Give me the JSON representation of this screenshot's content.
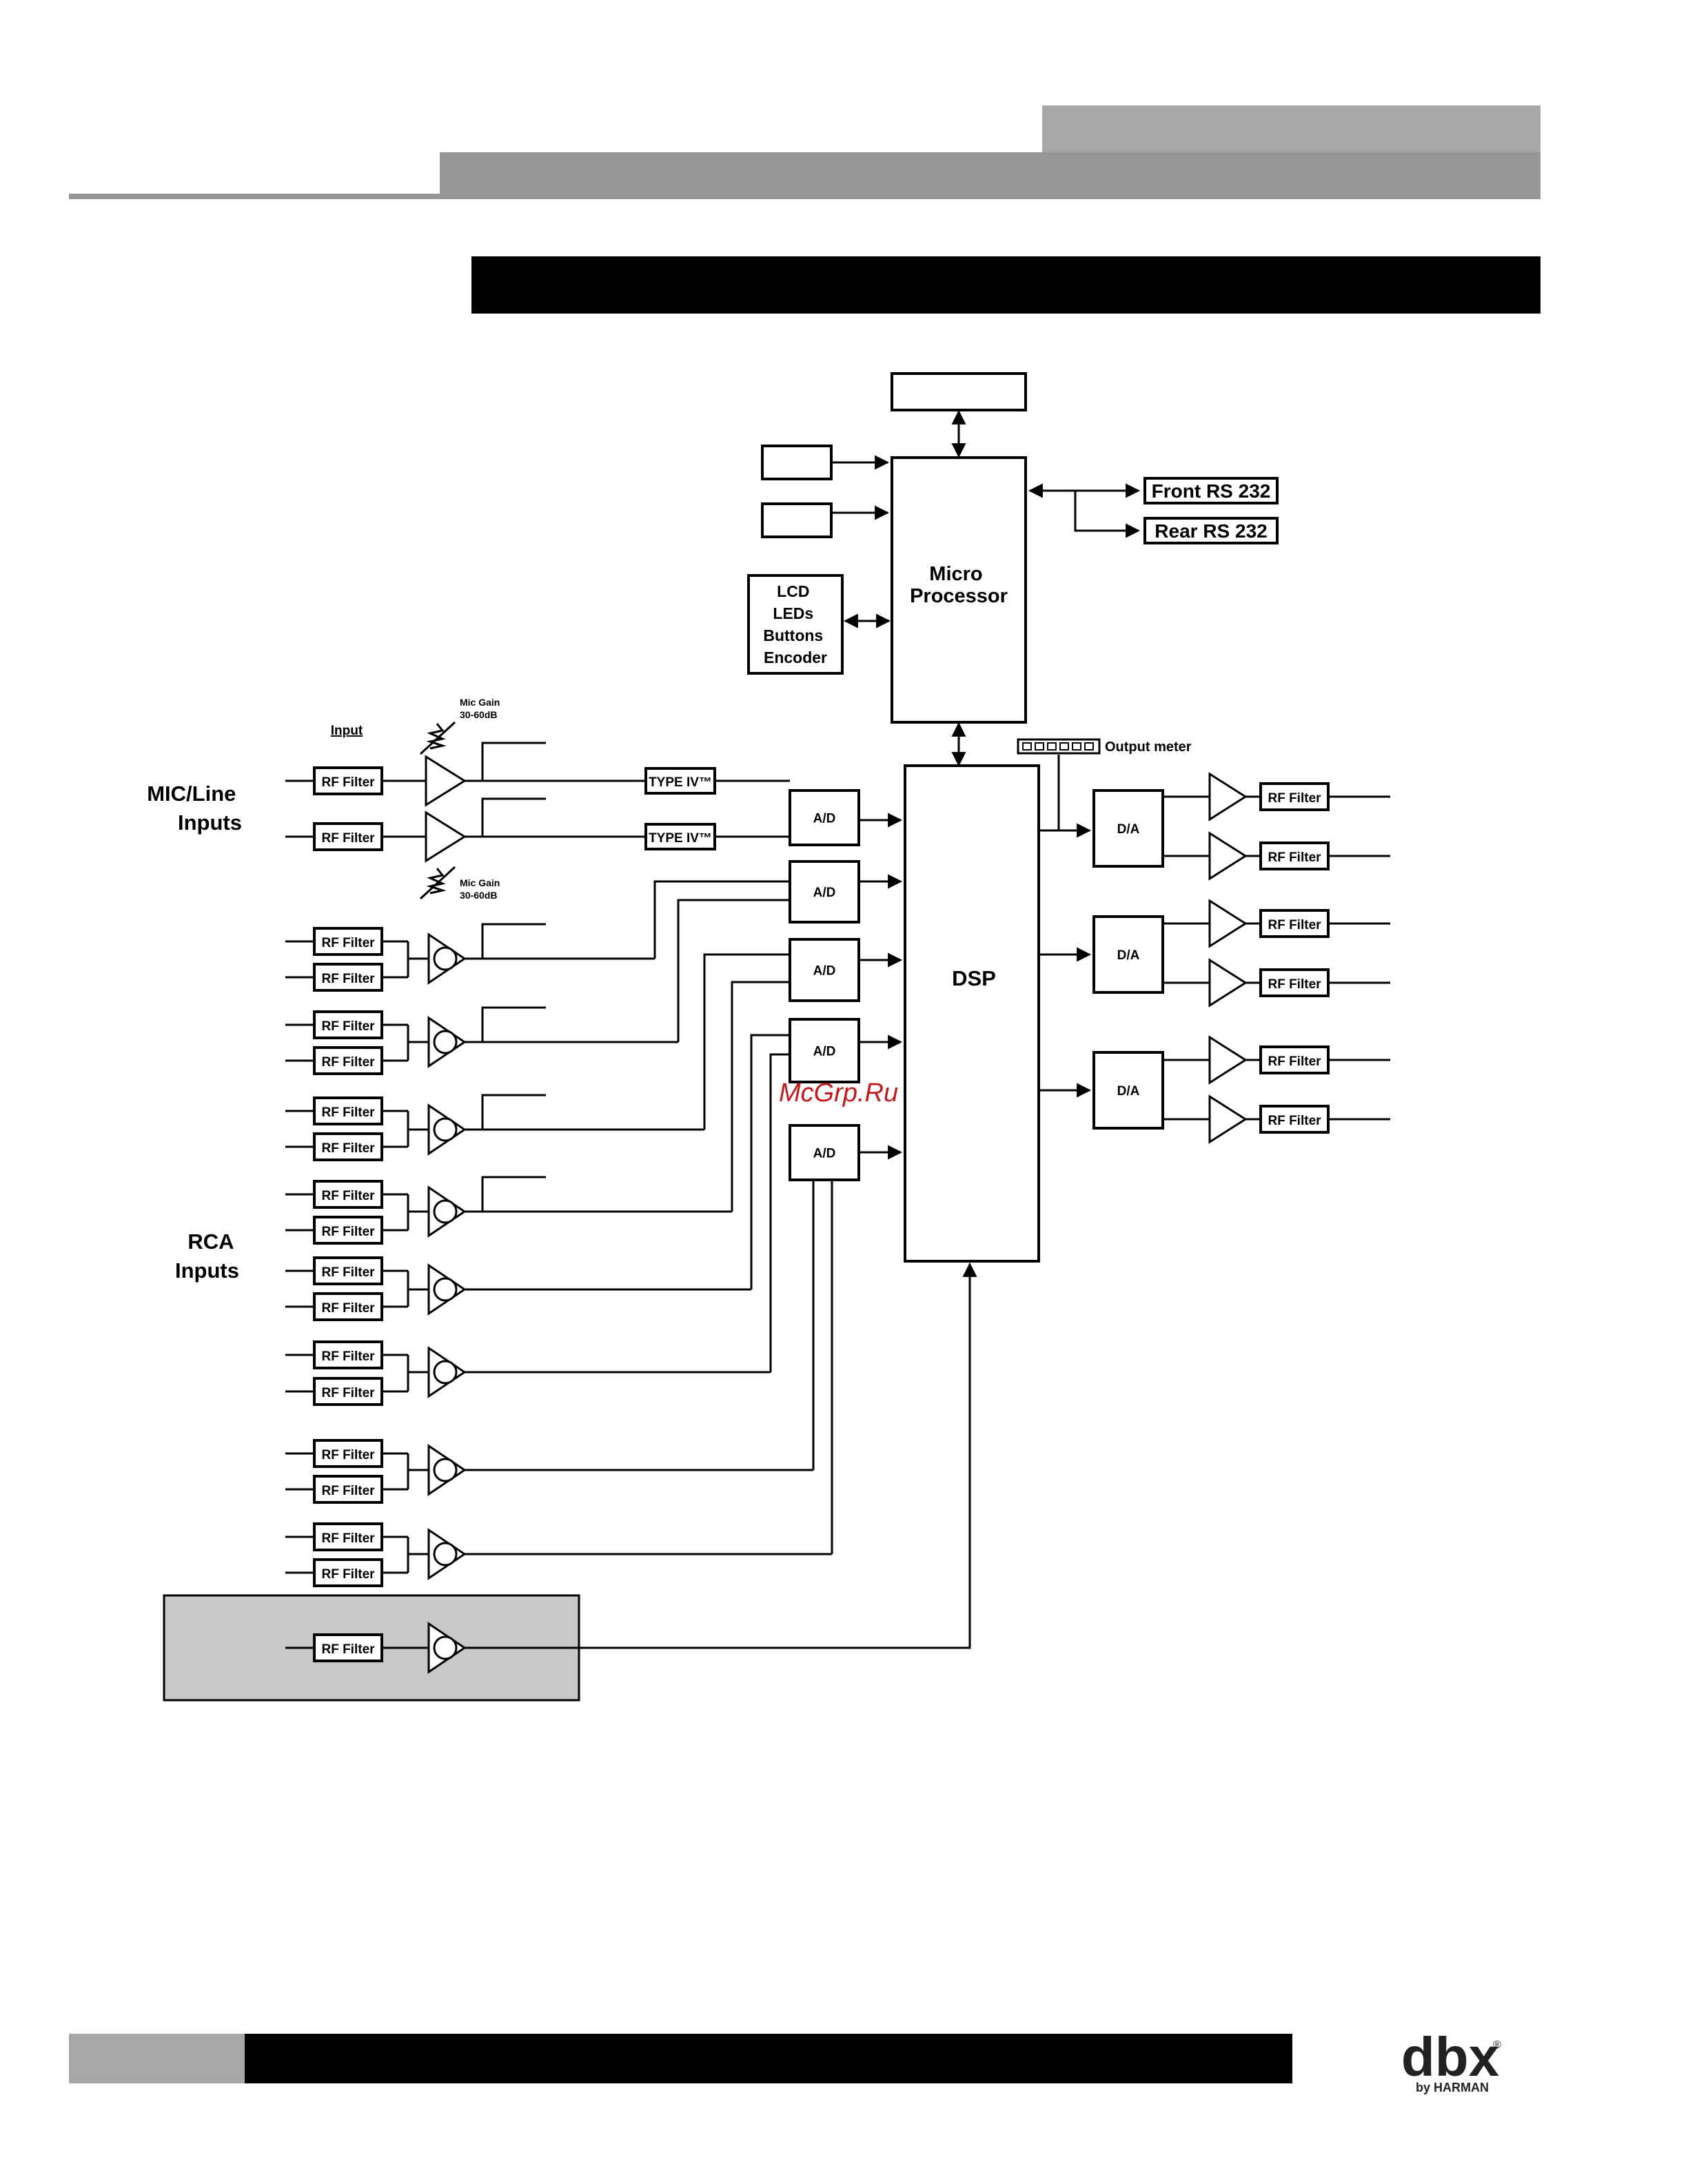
{
  "colors": {
    "header_light": "#a8a8aa",
    "header_mid": "#97979a",
    "title_bar": "#000000",
    "shaded_panel": "#c8c8ca",
    "watermark": "#c01c1c"
  },
  "labels": {
    "micro_processor": [
      "Micro",
      "Processor"
    ],
    "panel_stack": [
      "LCD",
      "LEDs",
      "Buttons",
      "Encoder"
    ],
    "front_rs232": "Front RS 232",
    "rear_rs232": "Rear RS 232",
    "dsp": "DSP",
    "output_meter": "Output meter",
    "mic_line_inputs": [
      "MIC/Line",
      "Inputs"
    ],
    "rca_inputs": [
      "RCA",
      "Inputs"
    ],
    "input_heading": "Input",
    "mic_gain": [
      "Mic Gain",
      "30-60dB"
    ],
    "rf_filter": "RF Filter",
    "type_iv": "TYPE IV™",
    "ad": "A/D",
    "da": "D/A"
  },
  "watermark": "McGrp.Ru",
  "logo": {
    "brand": "dbx",
    "registered": "®",
    "byline": "by HARMAN"
  }
}
